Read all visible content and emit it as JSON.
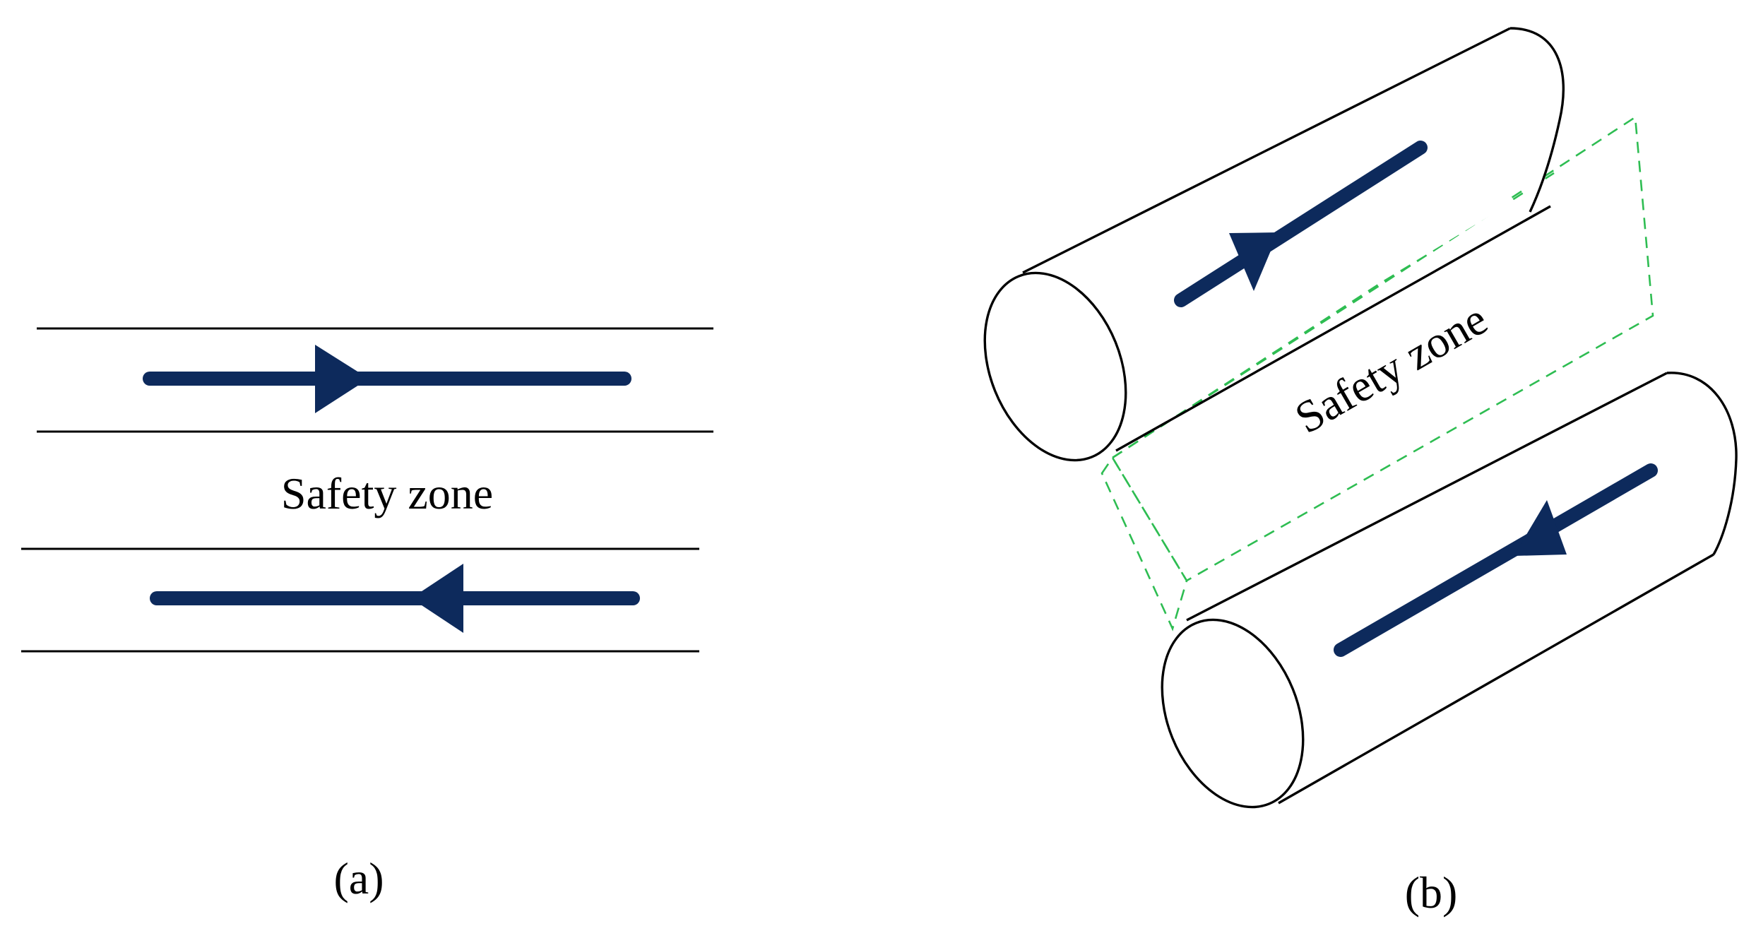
{
  "figure": {
    "colors": {
      "flow_arrow": "#0d2a5c",
      "lines": "#000000",
      "safety_zone_outline": "#2ebd52",
      "background": "#ffffff"
    },
    "panel_a": {
      "caption": "(a)",
      "zone_label": "Safety zone",
      "arrows": [
        {
          "name": "upper-flow-arrow",
          "direction": "right"
        },
        {
          "name": "lower-flow-arrow",
          "direction": "left"
        }
      ]
    },
    "panel_b": {
      "caption": "(b)",
      "zone_label": "Safety zone",
      "arrows": [
        {
          "name": "upper-tube-flow-arrow",
          "direction": "up-right"
        },
        {
          "name": "lower-tube-flow-arrow",
          "direction": "down-left"
        }
      ]
    }
  }
}
